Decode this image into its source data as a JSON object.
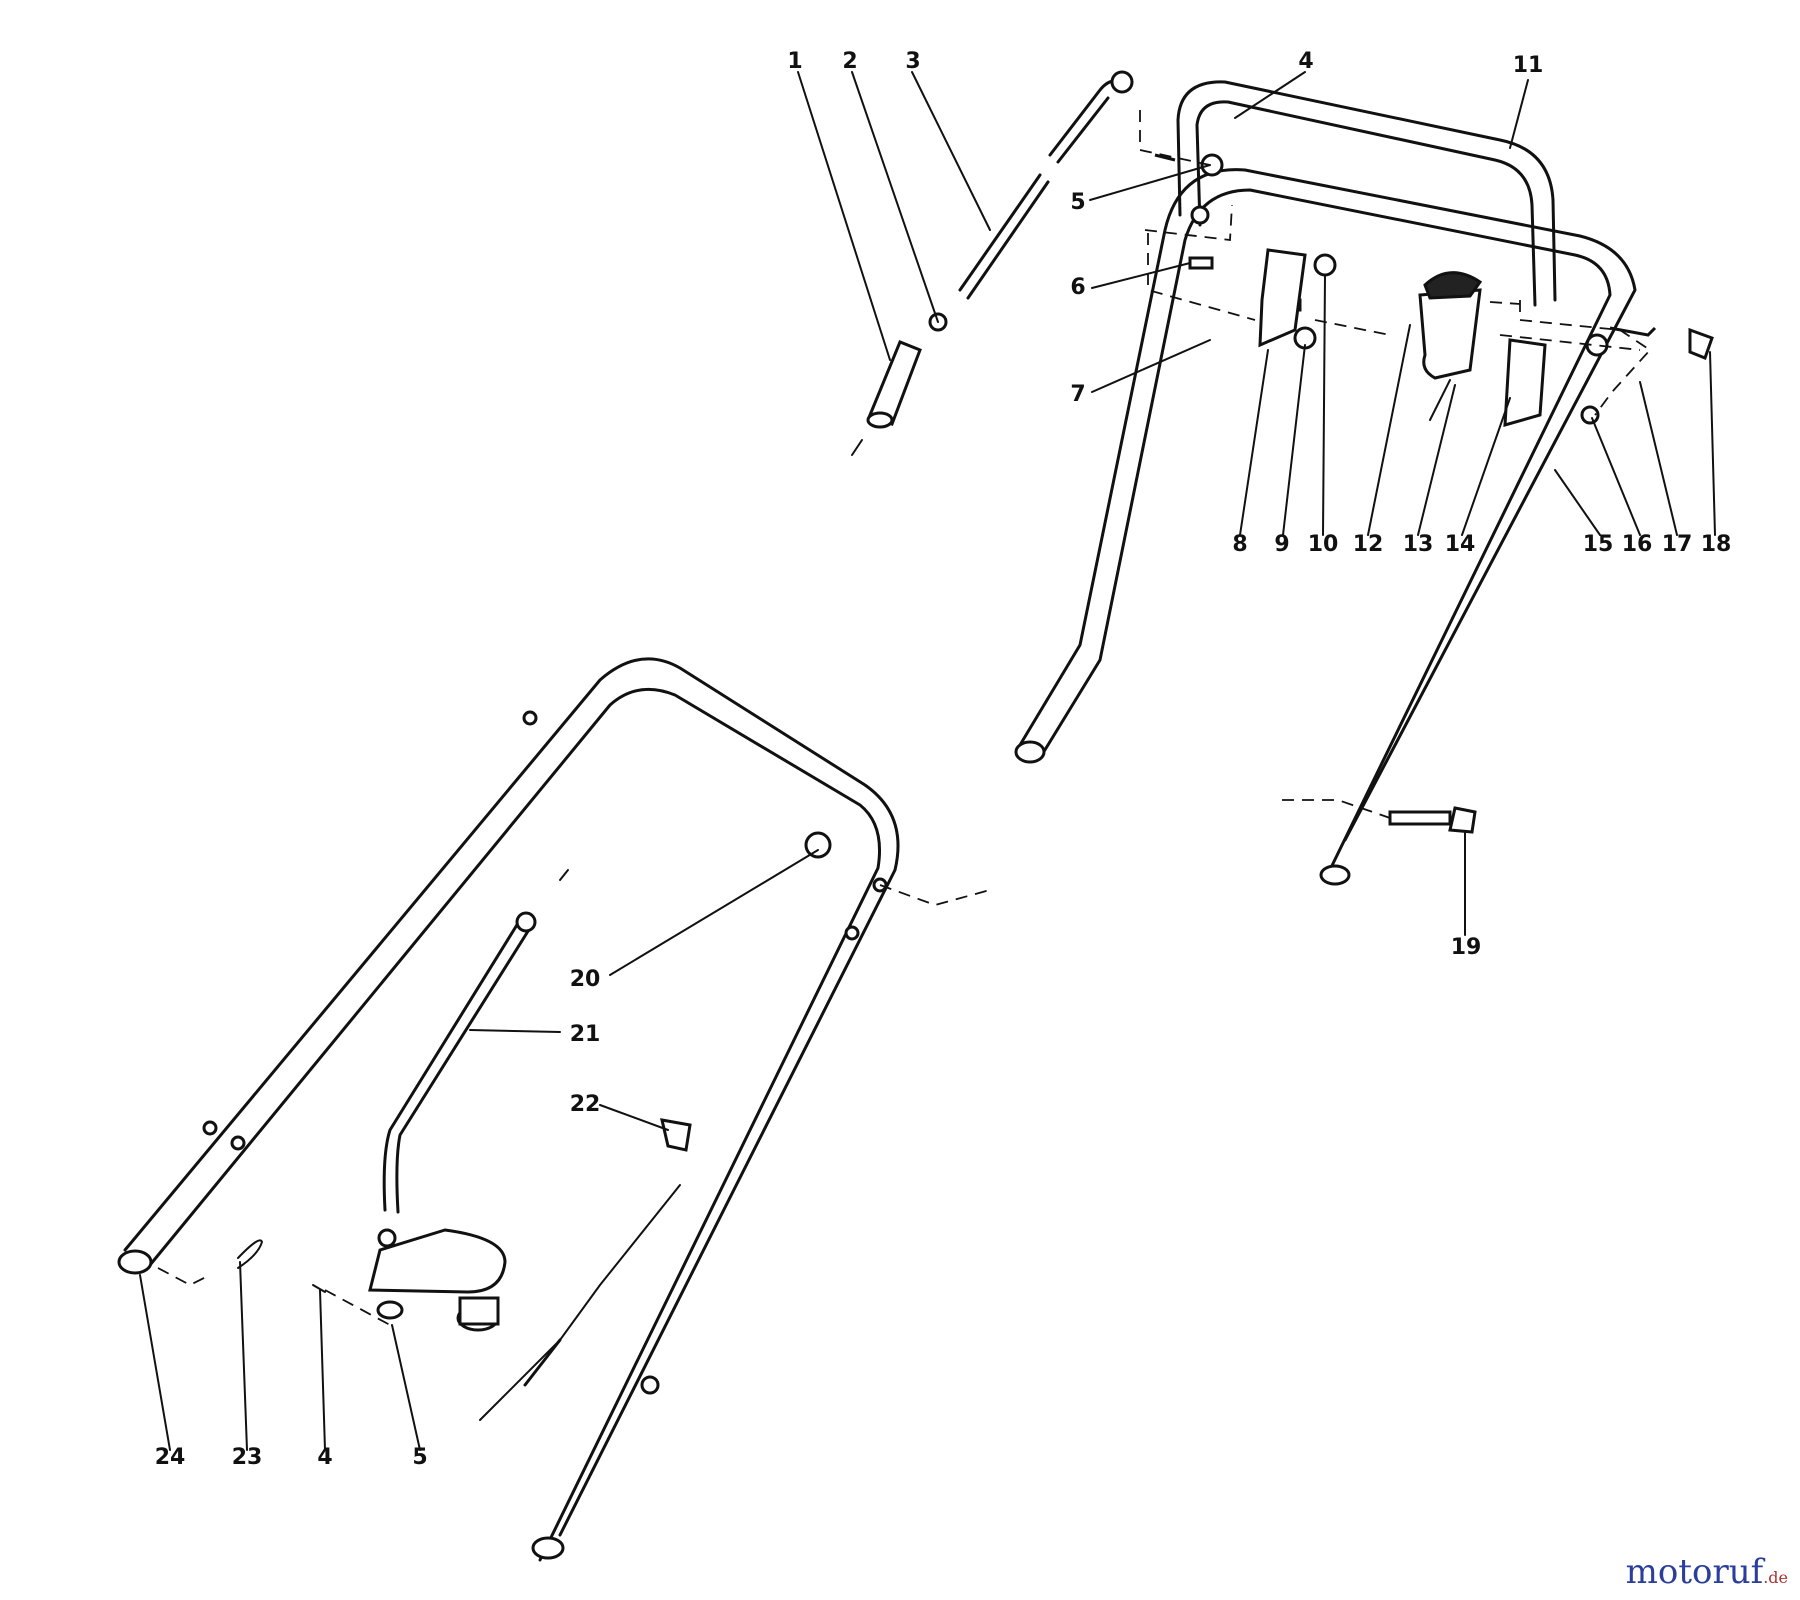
{
  "diagram": {
    "callouts": [
      {
        "id": "1",
        "label": "1"
      },
      {
        "id": "2",
        "label": "2"
      },
      {
        "id": "3",
        "label": "3"
      },
      {
        "id": "4-top",
        "label": "4"
      },
      {
        "id": "11",
        "label": "11"
      },
      {
        "id": "5-top",
        "label": "5"
      },
      {
        "id": "6",
        "label": "6"
      },
      {
        "id": "7",
        "label": "7"
      },
      {
        "id": "8",
        "label": "8"
      },
      {
        "id": "9",
        "label": "9"
      },
      {
        "id": "10",
        "label": "10"
      },
      {
        "id": "12",
        "label": "12"
      },
      {
        "id": "13",
        "label": "13"
      },
      {
        "id": "14",
        "label": "14"
      },
      {
        "id": "15",
        "label": "15"
      },
      {
        "id": "16",
        "label": "16"
      },
      {
        "id": "17",
        "label": "17"
      },
      {
        "id": "18",
        "label": "18"
      },
      {
        "id": "19",
        "label": "19"
      },
      {
        "id": "20",
        "label": "20"
      },
      {
        "id": "21",
        "label": "21"
      },
      {
        "id": "22",
        "label": "22"
      },
      {
        "id": "24",
        "label": "24"
      },
      {
        "id": "23",
        "label": "23"
      },
      {
        "id": "4-bottom",
        "label": "4"
      },
      {
        "id": "5-bottom",
        "label": "5"
      }
    ]
  },
  "watermark": {
    "brand": "motoruf",
    "suffix": ".de"
  }
}
